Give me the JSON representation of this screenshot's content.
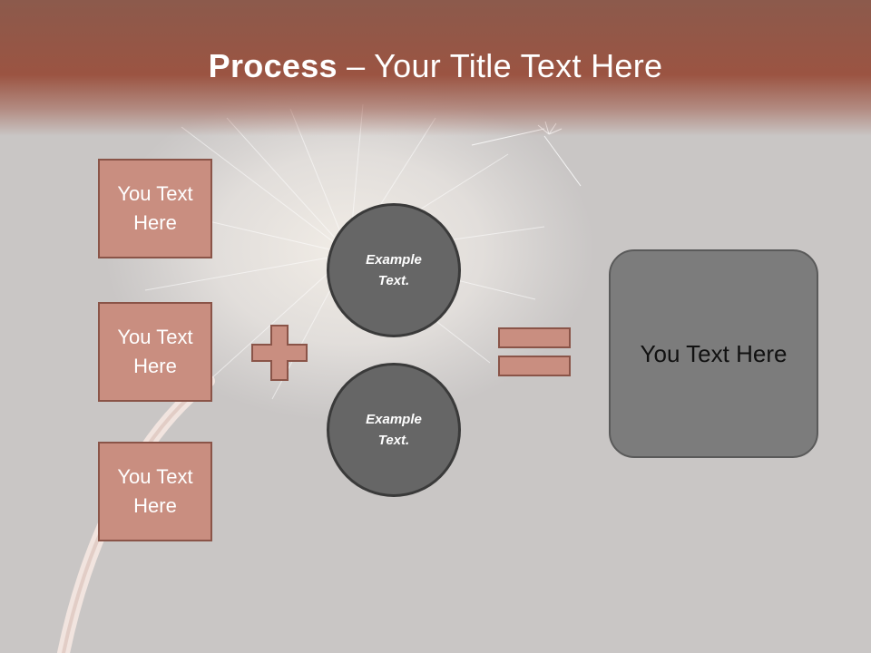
{
  "slide": {
    "title_bold": "Process",
    "title_rest": " – Your Title Text Here"
  },
  "left_boxes": [
    {
      "label": "You Text Here"
    },
    {
      "label": "You Text Here"
    },
    {
      "label": "You Text Here"
    }
  ],
  "circles": [
    {
      "label": "Example Text."
    },
    {
      "label": "Example Text."
    }
  ],
  "result_box": {
    "label": "You Text Here"
  },
  "colors": {
    "header": "#9b5442",
    "box_fill": "#c98e80",
    "box_border": "#8a5448",
    "circle_fill": "#666666",
    "result_fill": "#7c7c7c",
    "background": "#c9c6c5"
  },
  "icons": {
    "plus": "plus-icon",
    "equals": "equals-icon",
    "background_image": "dandelion-image"
  }
}
